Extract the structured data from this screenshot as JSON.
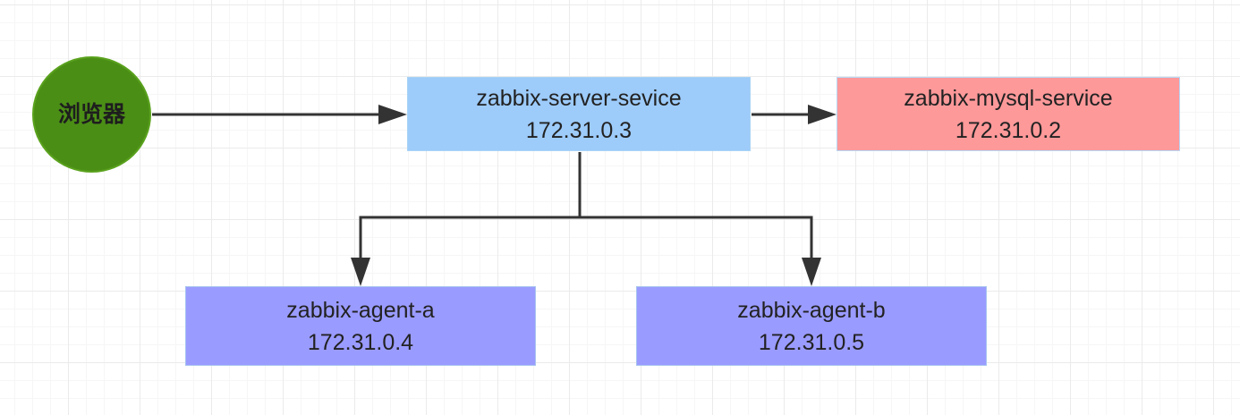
{
  "colors": {
    "browser": "#4b8e16",
    "server": "#9dcbfa",
    "mysql": "#fe999a",
    "agent": "#9a9bfe",
    "connector": "#333333"
  },
  "nodes": {
    "browser": {
      "label": "浏览器"
    },
    "server": {
      "name": "zabbix-server-sevice",
      "ip": "172.31.0.3"
    },
    "mysql": {
      "name": "zabbix-mysql-service",
      "ip": "172.31.0.2"
    },
    "agent_a": {
      "name": "zabbix-agent-a",
      "ip": "172.31.0.4"
    },
    "agent_b": {
      "name": "zabbix-agent-b",
      "ip": "172.31.0.5"
    }
  }
}
